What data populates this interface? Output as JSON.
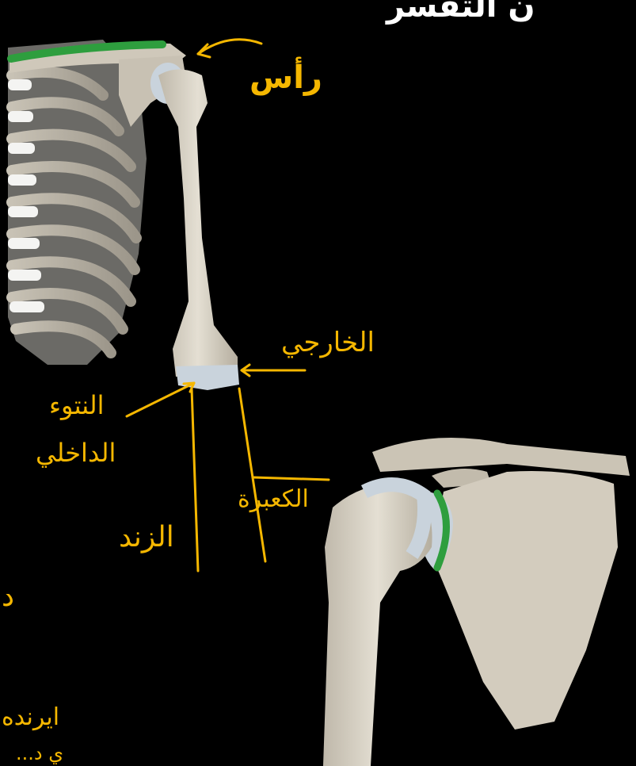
{
  "top_fragment": "ن التفسر",
  "labels": {
    "head": "رأس",
    "lateral": "الخارجي",
    "medial_line1": "النتوء",
    "medial_line2": "الداخلي",
    "ulna": "الزند",
    "radius": "الكعبرة",
    "left_fragment1": "د",
    "left_fragment2": "ايرنده",
    "left_fragment3": "ي د..."
  },
  "colors": {
    "background": "#000000",
    "annotation": "#F5B700",
    "highlight": "#2E9E3E",
    "bone": "#D9D3C6",
    "cartilage": "#C9D3DC"
  }
}
